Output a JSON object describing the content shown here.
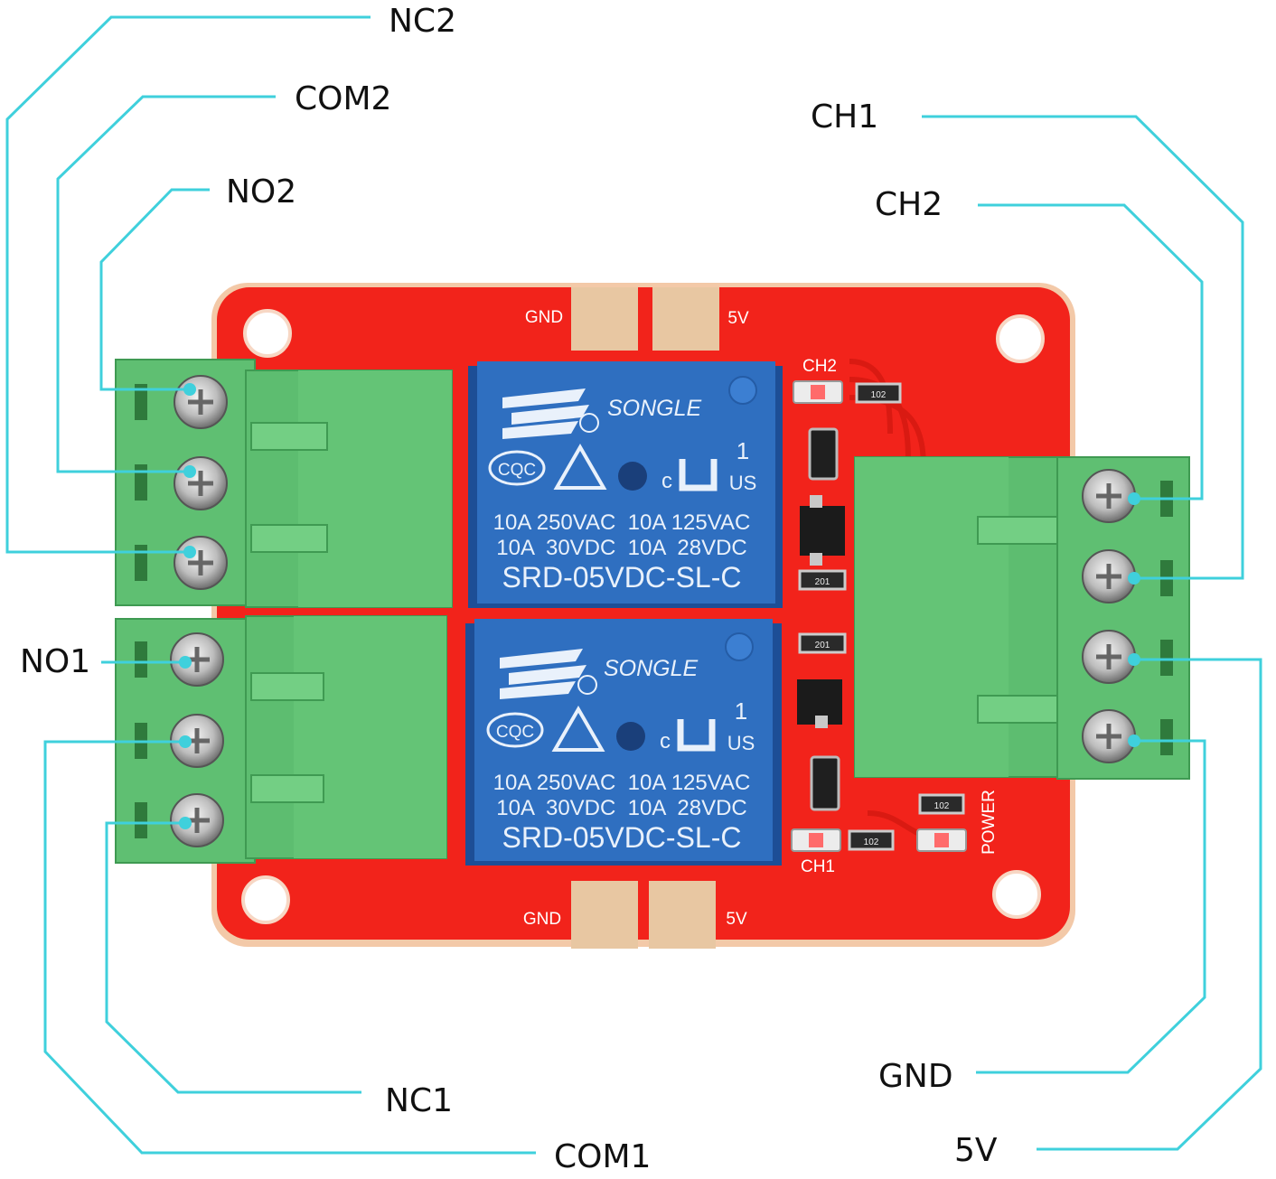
{
  "callouts": {
    "nc2": "NC2",
    "com2": "COM2",
    "no2": "NO2",
    "no1": "NO1",
    "nc1": "NC1",
    "com1": "COM1",
    "ch1": "CH1",
    "ch2": "CH2",
    "gnd": "GND",
    "v5": "5V"
  },
  "board": {
    "gnd_top": "GND",
    "v5_top": "5V",
    "gnd_bottom": "GND",
    "v5_bottom": "5V",
    "led_ch2": "CH2",
    "led_ch1": "CH1",
    "led_power": "POWER",
    "res_1": "102",
    "res_2": "201",
    "res_3": "201",
    "res_4": "102",
    "res_5": "102"
  },
  "relays": [
    {
      "brand": "SONGLE",
      "rating_1": "10A 250VAC  10A 125VAC",
      "rating_2": "10A  30VDC  10A  28VDC",
      "model": "SRD-05VDC-SL-C",
      "cqc": "CQC",
      "ul_num": "1",
      "ul_c": "c",
      "ul_us": "US"
    },
    {
      "brand": "SONGLE",
      "rating_1": "10A 250VAC  10A 125VAC",
      "rating_2": "10A  30VDC  10A  28VDC",
      "model": "SRD-05VDC-SL-C",
      "cqc": "CQC",
      "ul_num": "1",
      "ul_c": "c",
      "ul_us": "US"
    }
  ],
  "colors": {
    "leader_line": "#3fd0dc",
    "pcb": "#f2231b",
    "pcb_edge": "#f3c9a8",
    "terminal": "#5fbf72",
    "relay": "#2f6fc0"
  }
}
